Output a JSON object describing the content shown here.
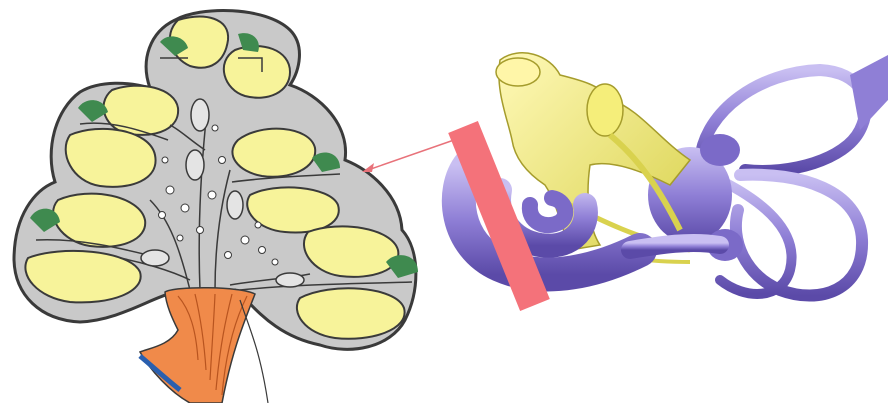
{
  "colors": {
    "background": "#ffffff",
    "bony_wall": "#c9c9c9",
    "bony_outline": "#3a3a3a",
    "scala_fluid": "#f7f39a",
    "organ_of_corti": "#3f8a4f",
    "nerve_trunk": "#f08a4a",
    "nerve_dark": "#2a5fae",
    "pointer_arrow": "#e8727a",
    "section_plane": "#f4727a",
    "labyrinth": "#8f7fd6",
    "labyrinth_shade": "#5b4aa8",
    "vestibular_nerve": "#e9e46a"
  },
  "figure": {
    "left_panel": "cochlea-cross-section",
    "right_panel": "inner-ear-labyrinth",
    "connector": "arrow-from-section-plane-to-cross-section"
  }
}
